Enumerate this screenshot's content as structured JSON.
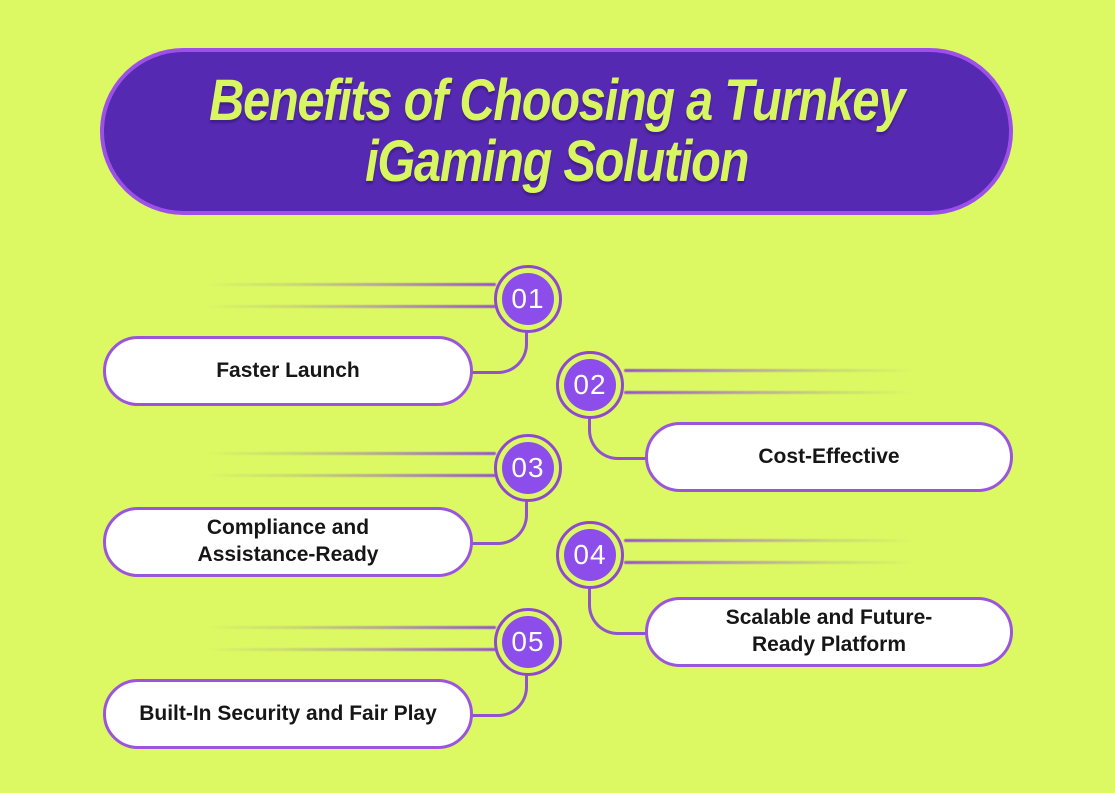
{
  "title": {
    "line1": "Benefits of Choosing a Turnkey",
    "line2": "iGaming Solution"
  },
  "items": [
    {
      "number": "01",
      "label": "Faster Launch",
      "label_line1": "Faster Launch",
      "label_line2": "",
      "circle_side": "right"
    },
    {
      "number": "02",
      "label": "Cost-Effective",
      "label_line1": "Cost-Effective",
      "label_line2": "",
      "circle_side": "left"
    },
    {
      "number": "03",
      "label": "Compliance and Assistance-Ready",
      "label_line1": "Compliance and",
      "label_line2": "Assistance-Ready",
      "circle_side": "right"
    },
    {
      "number": "04",
      "label": "Scalable and Future-Ready Platform",
      "label_line1": "Scalable and Future-",
      "label_line2": "Ready Platform",
      "circle_side": "left"
    },
    {
      "number": "05",
      "label": "Built-In Security and Fair Play",
      "label_line1": "Built-In Security and Fair Play",
      "label_line2": "",
      "circle_side": "right"
    }
  ],
  "colors": {
    "bg": "#dcf963",
    "headerFill": "#5529b2",
    "headerBorder": "#9d50e8",
    "titleColor": "#d8f65f",
    "circleFill": "#8d4deb",
    "ringStroke": "#8f49cf",
    "pillBorder": "#9b55dd",
    "lineColor": "#9152cd",
    "numberColor": "#ffffff",
    "textColor": "#161616"
  }
}
